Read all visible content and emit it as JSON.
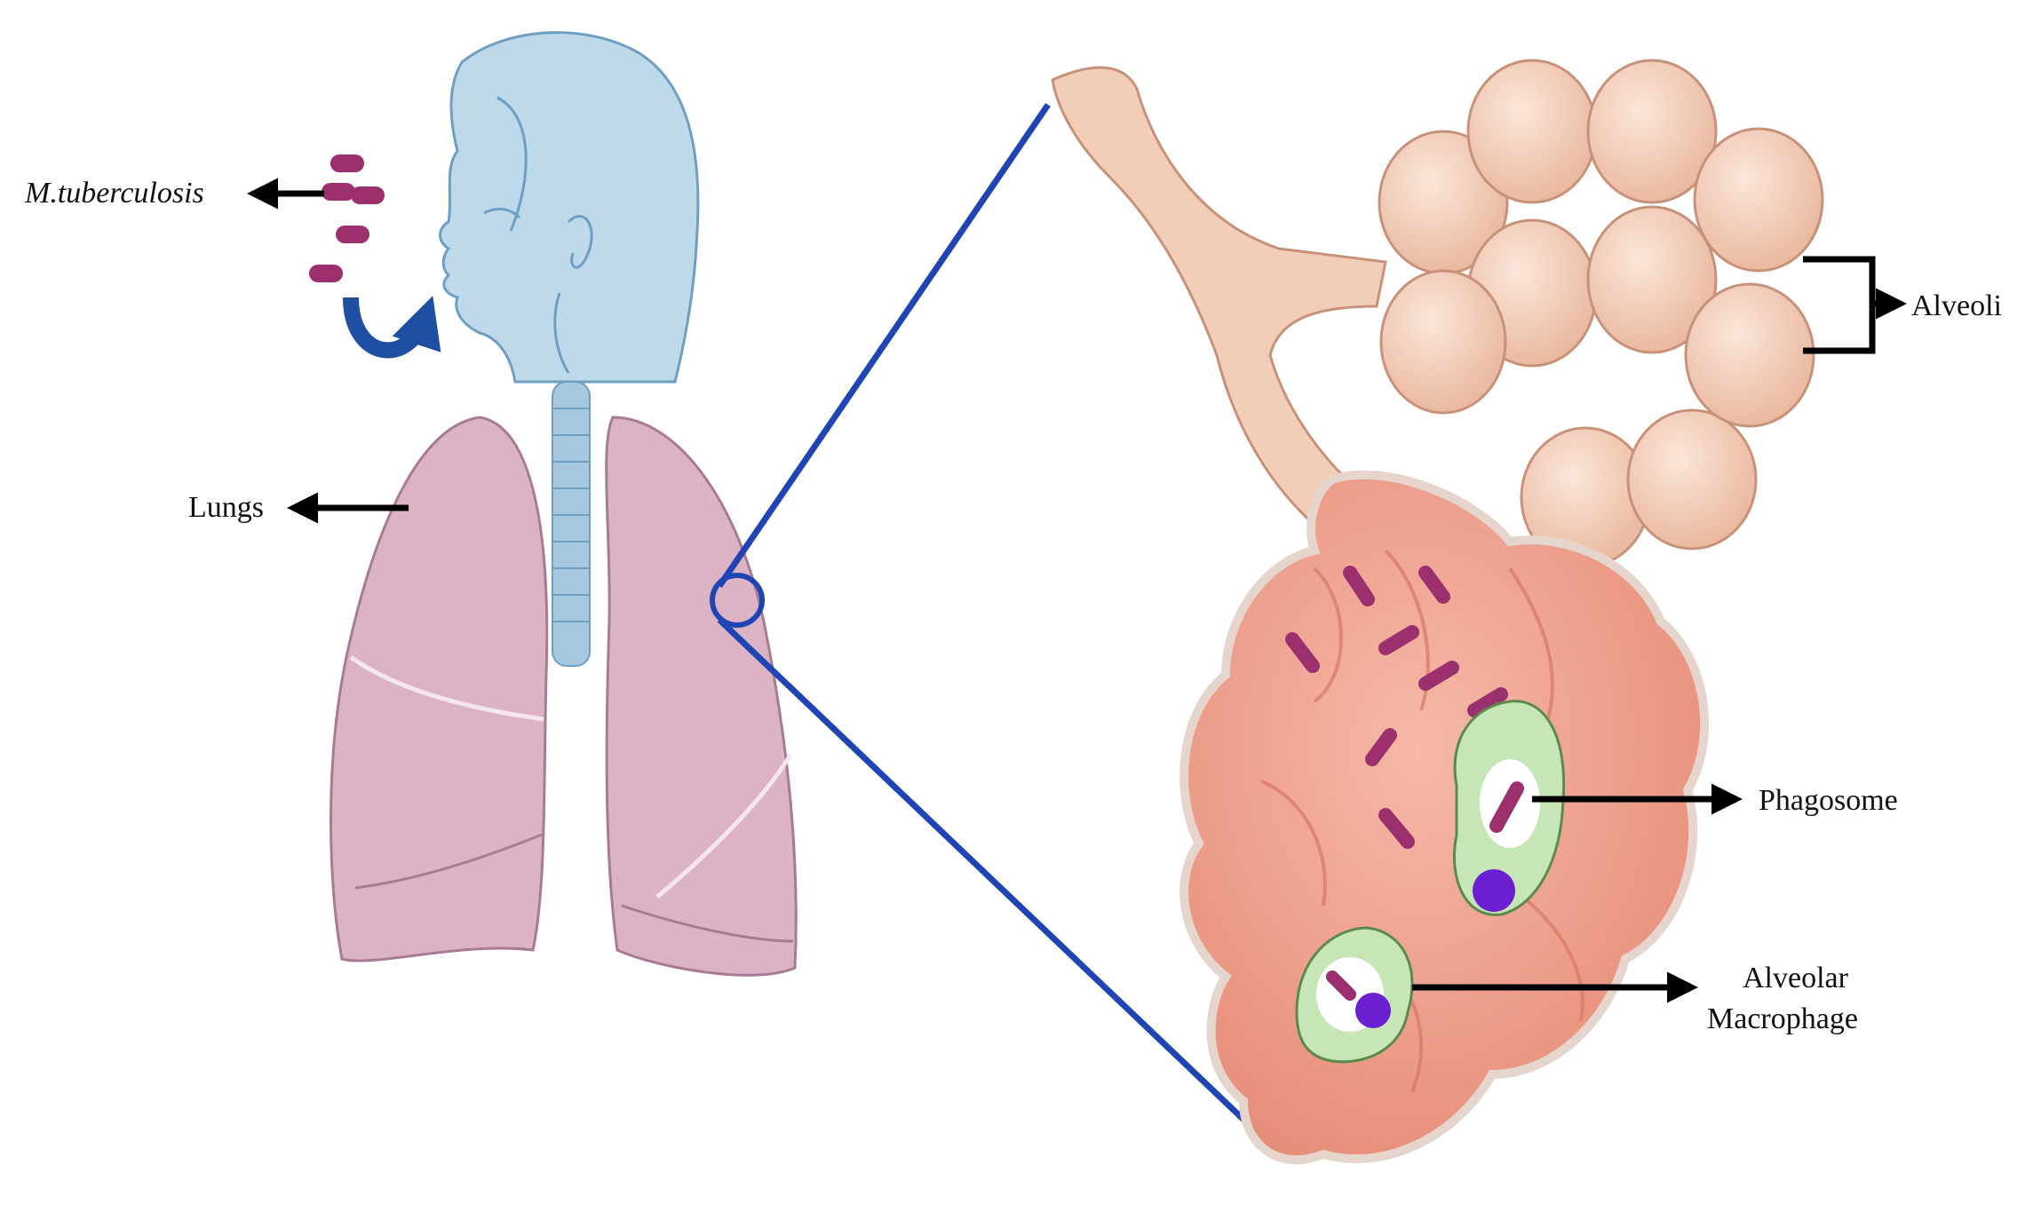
{
  "labels": {
    "pathogen": "M.tuberculosis",
    "lungs": "Lungs",
    "alveoli": "Alveoli",
    "phagosome": "Phagosome",
    "macrophage_line1": "Alveolar",
    "macrophage_line2": "Macrophage"
  },
  "colors": {
    "bacteria": "#9c2f6e",
    "head": "#bdd9ea",
    "head_outline": "#6e9fc3",
    "inhale_arrow": "#1f4fa3",
    "lung": "#dcb3c5",
    "lung_outline": "#a87b92",
    "trachea": "#a8c8df",
    "zoom_line": "#1f45b5",
    "alveoli_cluster": "#f2cdb8",
    "alveoli_outline": "#c8917a",
    "alveolar_sac": "#f0a593",
    "macrophage": "#c6e6b8",
    "nucleus": "#6a1fd1",
    "label_arrow": "#000000"
  }
}
